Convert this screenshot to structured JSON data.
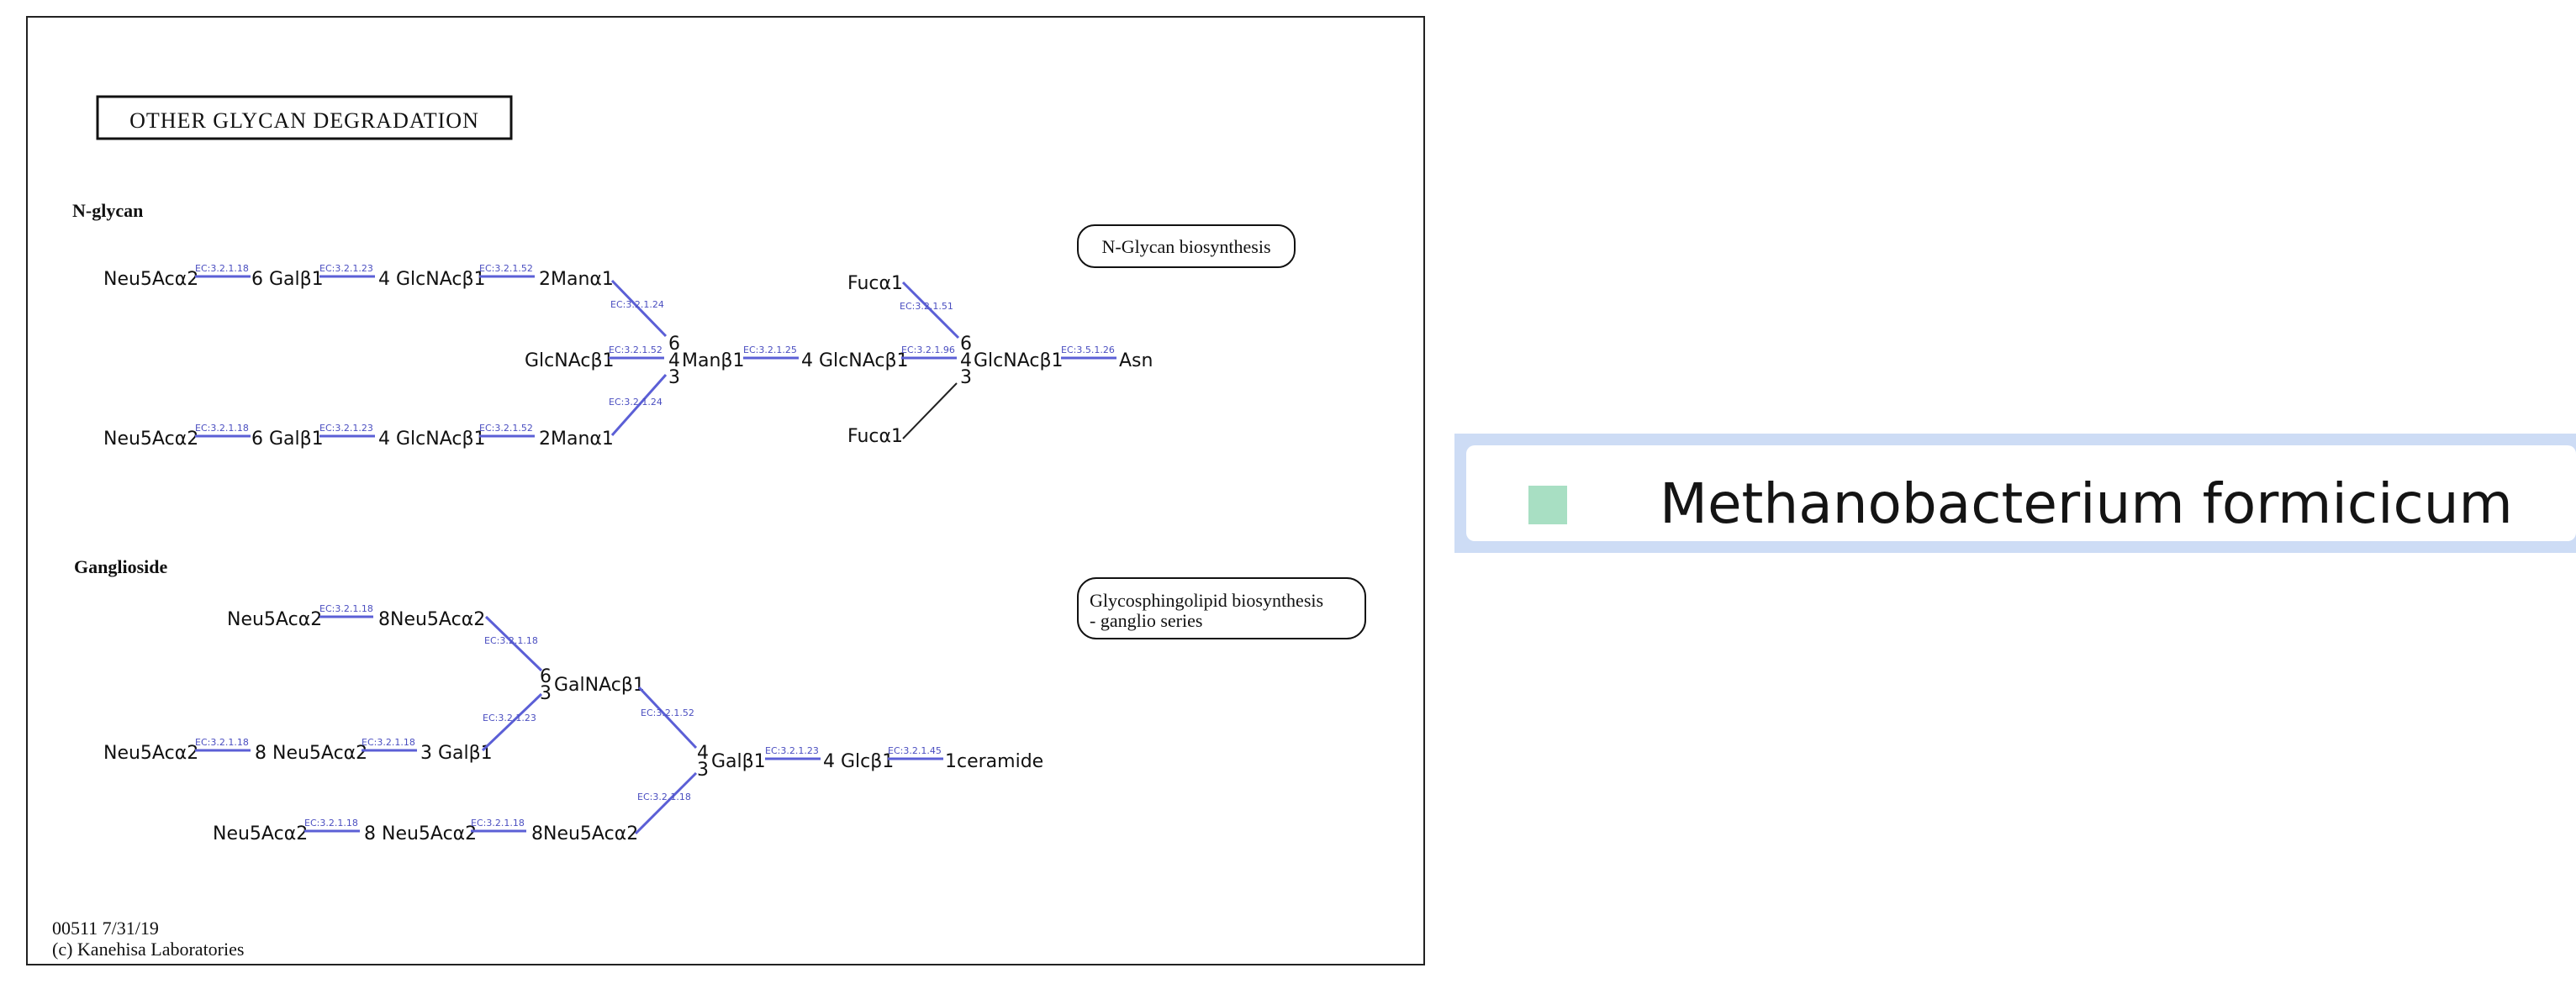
{
  "map": {
    "title": "OTHER GLYCAN DEGRADATION",
    "sections": {
      "nglycan": "N-glycan",
      "ganglioside": "Ganglioside"
    },
    "links": {
      "nglycan_biosynthesis": "N-Glycan biosynthesis",
      "glycosphingolipid_line1": "Glycosphingolipid biosynthesis",
      "glycosphingolipid_line2": "- ganglio series"
    },
    "footer": {
      "id_date": "00511 7/31/19",
      "copyright": "(c) Kanehisa Laboratories"
    },
    "nglycan_nodes": {
      "r1_neu5ac": "Neu5Acα2",
      "r1_gal": "6 Galβ1",
      "r1_glcnac": "4 GlcNAcβ1",
      "r1_man": "2Manα1",
      "r3_neu5ac": "Neu5Acα2",
      "r3_gal": "6 Galβ1",
      "r3_glcnac": "4 GlcNAcβ1",
      "r3_man": "2Manα1",
      "glcnac_left": "GlcNAcβ1",
      "man_core": "Manβ1",
      "glcnac_mid": "4 GlcNAcβ1",
      "glcnac_core": "GlcNAcβ1",
      "asn": "Asn",
      "fuc_top": "Fucα1",
      "fuc_bot": "Fucα1",
      "man_pos_6": "6",
      "man_pos_4": "4",
      "man_pos_3": "3",
      "core_pos_6": "6",
      "core_pos_4": "4",
      "core_pos_3": "3"
    },
    "nglycan_enzymes": {
      "e1": "EC:3.2.1.18",
      "e2": "EC:3.2.1.23",
      "e3": "EC:3.2.1.52",
      "e4": "EC:3.2.1.18",
      "e5": "EC:3.2.1.23",
      "e6": "EC:3.2.1.52",
      "e7": "EC:3.2.1.24",
      "e8": "EC:3.2.1.24",
      "e9": "EC:3.2.1.52",
      "e10": "EC:3.2.1.25",
      "e11": "EC:3.2.1.96",
      "e12": "EC:3.5.1.26",
      "e13": "EC:3.2.1.51"
    },
    "ganglioside_nodes": {
      "a_neu5ac": "Neu5Acα2",
      "a_neu5ac8": "8Neu5Acα2",
      "galnac": "GalNAcβ1",
      "galnac_pos_6": "6",
      "galnac_pos_3": "3",
      "c_neu5ac": "Neu5Acα2",
      "c_neu5ac8": "8 Neu5Acα2",
      "c_gal": "3 Galβ1",
      "d_neu5ac": "Neu5Acα2",
      "d_neu5ac8": "8 Neu5Acα2",
      "d_neu5ac8b": "8Neu5Acα2",
      "gal": "Galβ1",
      "gal_pos_4": "4",
      "gal_pos_3": "3",
      "glc": "4 Glcβ1",
      "ceramide": "1ceramide"
    },
    "ganglioside_enzymes": {
      "g1": "EC:3.2.1.18",
      "g2": "EC:3.2.1.18",
      "g3": "EC:3.2.1.18",
      "g4": "EC:3.2.1.18",
      "g5": "EC:3.2.1.18",
      "g6": "EC:3.2.1.18",
      "g7": "EC:3.2.1.23",
      "g8": "EC:3.2.1.52",
      "g9": "EC:3.2.1.18",
      "g10": "EC:3.2.1.23",
      "g11": "EC:3.2.1.45"
    }
  },
  "legend": {
    "organism": "Methanobacterium formicicum",
    "swatch_color": "#a8dfc3"
  },
  "colors": {
    "enzyme_line": "#5b5fd6",
    "enzyme_text": "#4a4ec0",
    "legend_border": "#cddcf5"
  }
}
